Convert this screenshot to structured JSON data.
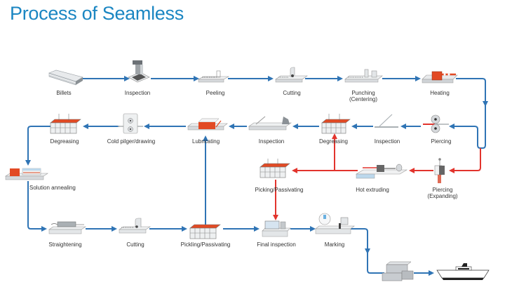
{
  "title": "Process of Seamless",
  "colors": {
    "title": "#1b86c2",
    "main_flow": "#2f74b5",
    "hot_flow": "#e2342d",
    "furnace": "#e24a24",
    "machine": "#d9dde0"
  },
  "steps": {
    "billets": "Billets",
    "inspection_1": "Inspection",
    "peeling": "Peeling",
    "cutting_1": "Cutting",
    "punching": "Punching",
    "punching_sub": "(Centering)",
    "heating": "Heating",
    "piercing": "Piercing",
    "inspection_2": "Inspection",
    "degreasing_1": "Degreasing",
    "inspection_3": "Inspection",
    "lubricating": "Lubricating",
    "cold_pilger": "Cold pilger/drawing",
    "degreasing_2": "Degreasing",
    "solution_annealing": "Solution annealing",
    "piercing_expanding": "Piercing",
    "piercing_expanding_sub": "(Expanding)",
    "hot_extruding": "Hot extruding",
    "picking_passivating": "Picking/Passivating",
    "straightening": "Straightening",
    "cutting_2": "Cutting",
    "pickling_passivating": "Pickling/Passivating",
    "final_inspection": "Final inspection",
    "marking": "Marking"
  },
  "icons": {
    "billets": "billets-icon",
    "inspection": "microscope-icon",
    "peeling": "peeling-machine-icon",
    "cutting": "cutting-machine-icon",
    "punching": "punching-machine-icon",
    "heating": "furnace-icon",
    "piercing": "roller-icon",
    "degreasing": "tank-icon",
    "lubricating": "lubricating-machine-icon",
    "cold_pilger": "pilger-mill-icon",
    "annealing": "annealing-furnace-icon",
    "expanding": "press-icon",
    "extruding": "extrusion-press-icon",
    "straightening": "straightener-icon",
    "final_inspection": "inspection-console-icon",
    "marking": "marking-machine-icon",
    "packing": "packed-crates-icon",
    "shipping": "ship-icon"
  }
}
